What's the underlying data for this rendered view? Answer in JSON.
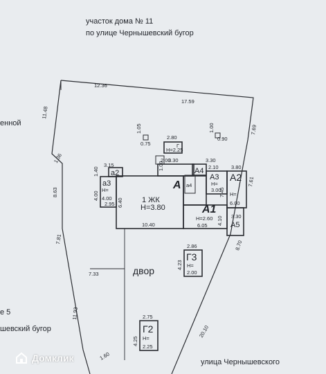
{
  "header": {
    "line1": "участок дома  № 11",
    "line2": "по улице Чернышевский бугор"
  },
  "neighbors": {
    "left_top": "енной",
    "left_number": "е 5",
    "left_street": "шевский бугор",
    "bottom_street": "улица  Чернышевского"
  },
  "yard_label": "двор",
  "boundary_dims": {
    "top_left": "12.36",
    "top_right": "17.59",
    "left_upper": "11.48",
    "left_small": "1.36",
    "left_mid": "8.63",
    "left_low": "7.81",
    "left_bottom": "11.93",
    "bottom_left": "1.60",
    "inner_left": "7.33",
    "right_top": "7.69",
    "right_mid": "7.61",
    "right_low": "8.70",
    "bottom_diag": "20.10"
  },
  "small_marks": {
    "post_left_a": "1.05",
    "post_left_b": "0.75",
    "post_right_a": "1.00",
    "post_right_b": "0.90"
  },
  "buildings": {
    "G_top": {
      "name": "Г",
      "height": "H=2.25",
      "width": "2.80"
    },
    "main_A": {
      "name": "А",
      "label1": "1 ЖК",
      "label2": "H=3.80",
      "dim_bottom": "10.40",
      "dim_top": "3.30",
      "dim_left": "4.00"
    },
    "a2": {
      "name": "а2",
      "dim": "3.15",
      "side": "1.40"
    },
    "a3": {
      "name": "а3",
      "height": "H=",
      "value": "4.00",
      "dim_bottom": "2.95",
      "dim_side": "6.40"
    },
    "A4": {
      "name": "А4",
      "dim": "3.30"
    },
    "a4": {
      "name": "а4",
      "side": "1.00",
      "side2": "2.00"
    },
    "A3": {
      "name": "А3",
      "height": "H=",
      "value": "3.00",
      "dim": "2.10"
    },
    "A2": {
      "name": "А2",
      "height": "H=",
      "value": "6.00",
      "dim": "3.80",
      "side": "7.45"
    },
    "A1": {
      "name": "А1",
      "height": "H=2.60",
      "dim_bottom": "6.05",
      "side": "4.10"
    },
    "A5": {
      "name": "А5",
      "dim": "3.30"
    },
    "G3": {
      "name": "Г3",
      "height": "H=",
      "value": "2.00",
      "dim": "2.86",
      "side": "4.23"
    },
    "G2": {
      "name": "Г2",
      "height": "H=",
      "value": "2.25",
      "dim": "2.75",
      "side": "4.25"
    }
  },
  "watermark": {
    "text": "Домклик",
    "icon": "domclick-logo-icon"
  }
}
